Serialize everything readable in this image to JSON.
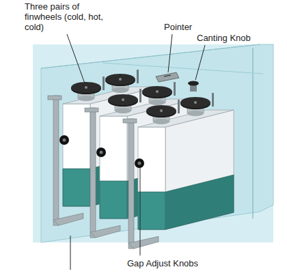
{
  "diagram": {
    "labels": [
      "Three pairs of finwheels (cold, hot, cold)",
      "Pointer",
      "Canting Knob",
      "Gap Adjust Knobs"
    ]
  }
}
